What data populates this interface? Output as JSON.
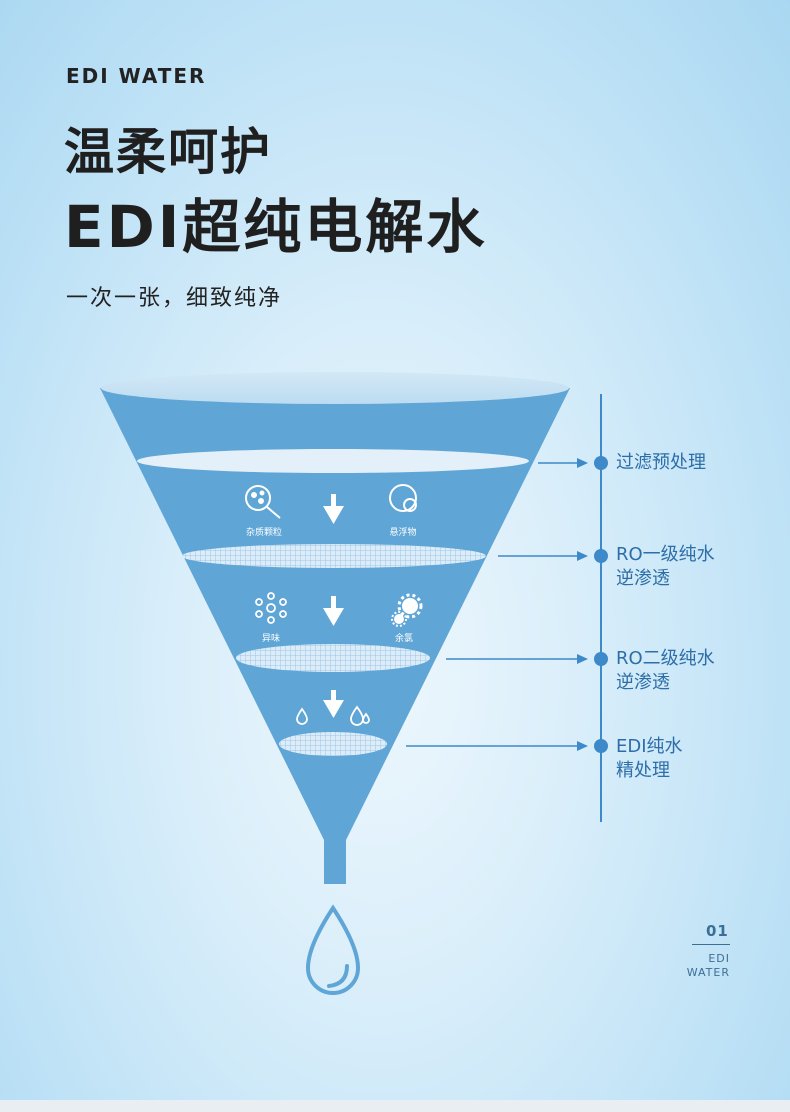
{
  "header": {
    "brand": "EDI WATER",
    "title_line1": "温柔呵护",
    "title_line2": "EDI超纯电解水",
    "subtitle": "一次一张，细致纯净"
  },
  "funnel": {
    "layer1_icons": [
      {
        "icon": "magnifier-particles-icon",
        "label": "杂质颗粒"
      },
      {
        "icon": "suspended-matter-icon",
        "label": "悬浮物"
      }
    ],
    "layer2_icons": [
      {
        "icon": "odor-molecule-icon",
        "label": "异味"
      },
      {
        "icon": "residual-chlorine-icon",
        "label": "余氯"
      }
    ],
    "layer3_icons": [
      {
        "icon": "small-droplet-icon"
      },
      {
        "icon": "double-droplet-icon"
      }
    ]
  },
  "stages": [
    {
      "line1": "过滤预处理",
      "line2": ""
    },
    {
      "line1": "RO一级纯水",
      "line2": "逆渗透"
    },
    {
      "line1": "RO二级纯水",
      "line2": "逆渗透"
    },
    {
      "line1": "EDI纯水",
      "line2": "精处理"
    }
  ],
  "page": {
    "number": "01",
    "sub_line1": "EDI",
    "sub_line2": "WATER"
  },
  "colors": {
    "funnel_blue": "#5fa5d6",
    "accent_blue": "#3d89c9",
    "text_dark": "#1f1f1f"
  }
}
